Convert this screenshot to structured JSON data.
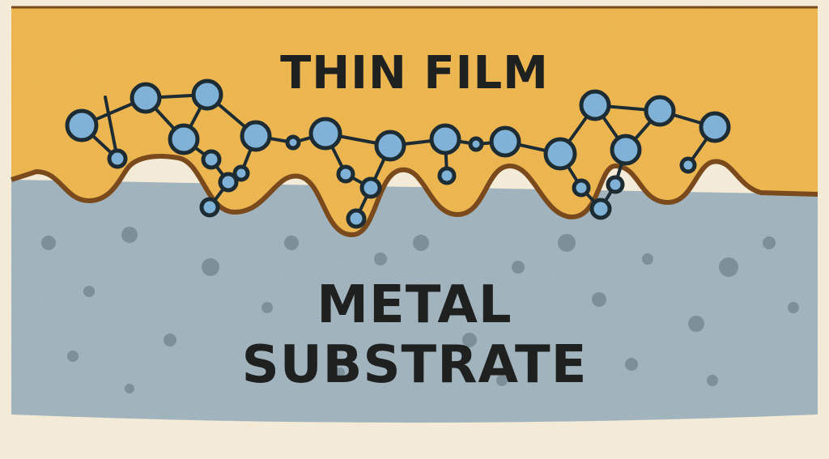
{
  "labels": {
    "film": "THIN FILM",
    "substrate_line1": "METAL",
    "substrate_line2": "SUBSTRATE"
  },
  "colors": {
    "background": "#f3ead8",
    "film": "#f0b53a",
    "substrate": "#9fb3bd",
    "interface": "#7a4a1c",
    "node_fill": "#7fb2d6",
    "node_stroke": "#1d2b33",
    "text": "#1f2020"
  }
}
